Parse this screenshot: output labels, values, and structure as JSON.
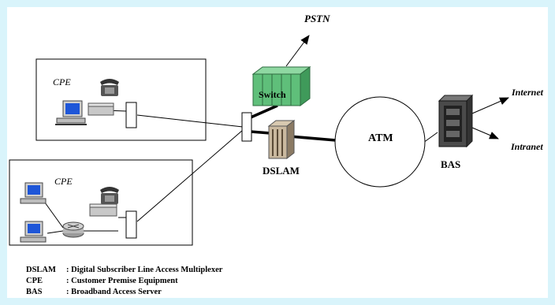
{
  "diagram": {
    "cpe_label_1": "CPE",
    "cpe_label_2": "CPE",
    "pstn_label": "PSTN",
    "switch_label": "Switch",
    "dslam_label": "DSLAM",
    "atm_label": "ATM",
    "bas_label": "BAS",
    "internet_label": "Internet",
    "intranet_label": "Intranet"
  },
  "legend": [
    {
      "abbr": "DSLAM",
      "desc": ": Digital Subscriber Line Access Multiplexer"
    },
    {
      "abbr": "CPE",
      "desc": ": Customer Premise Equipment"
    },
    {
      "abbr": "BAS",
      "desc": ": Broadband Access Server"
    }
  ],
  "colors": {
    "page_bg": "#d9f4fb",
    "switch_green": "#5fbf7a",
    "device_grey": "#a8a8a8"
  }
}
